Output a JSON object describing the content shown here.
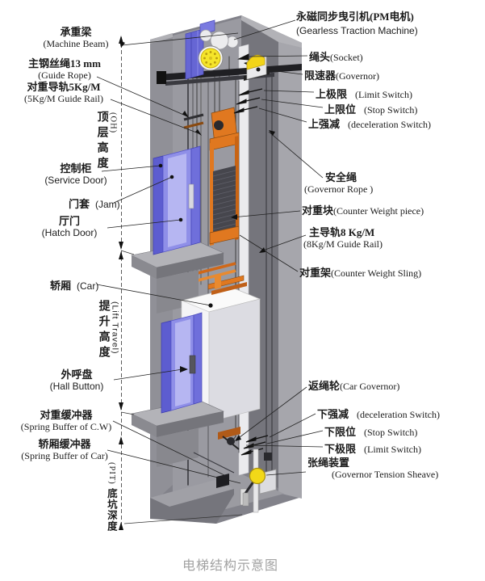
{
  "caption": "电梯结构示意图",
  "colors": {
    "wall_gray": "#9a9aa1",
    "wall_dark": "#75757c",
    "wall_light": "#a6a6ac",
    "door_blue": "#8f8fe8",
    "counterweight_orange": "#e07820",
    "sheave_yellow": "#f5e52a",
    "beam_black": "#1f1f23",
    "caption_gray": "#a2a2a2"
  },
  "labels": {
    "machine_beam": {
      "cn": "承重梁",
      "en": "(Machine Beam)"
    },
    "guide_rope": {
      "cn": "主钢丝绳13 mm",
      "en": "(Guide Rope)"
    },
    "cw_guide_rail": {
      "cn": "对重导轨5Kg/M",
      "en": "(5Kg/M Guide Rail)"
    },
    "overhead": {
      "cn": "顶层高度",
      "en": "(OH)"
    },
    "service_door": {
      "cn": "控制柜",
      "en": "(Service Door)"
    },
    "jamb": {
      "cn": "门套",
      "en": "(Jam)"
    },
    "hatch_door": {
      "cn": "厅门",
      "en": "(Hatch Door)"
    },
    "car": {
      "cn": "轿厢",
      "en": "(Car)"
    },
    "lift_travel": {
      "cn": "提升高度",
      "en": "(Lift Travel)"
    },
    "hall_button": {
      "cn": "外呼盘",
      "en": "(Hall Button)"
    },
    "cw_buffer": {
      "cn": "对重缓冲器",
      "en": "(Spring Buffer of C.W)"
    },
    "car_buffer": {
      "cn": "轿厢缓冲器",
      "en": "(Spring Buffer of Car)"
    },
    "pit_depth": {
      "cn": "底坑深度",
      "en": "(PIT)"
    },
    "traction_machine": {
      "cn": "永磁同步曳引机(PM电机)",
      "en": "(Gearless Traction Machine)"
    },
    "rope_socket": {
      "cn": "绳头",
      "en": "(Socket)"
    },
    "governor": {
      "cn": "限速器",
      "en": "(Governor)"
    },
    "upper_limit": {
      "cn": "上极限",
      "en": "(Limit Switch)"
    },
    "upper_stop": {
      "cn": "上限位",
      "en": "(Stop Switch)"
    },
    "upper_dec": {
      "cn": "上强减",
      "en": "(deceleration Switch)"
    },
    "governor_rope": {
      "cn": "安全绳",
      "en": "(Governor Rope )"
    },
    "cw_piece": {
      "cn": "对重块",
      "en": "(Counter Weight piece)"
    },
    "main_rail": {
      "cn": "主导轨8 Kg/M",
      "en": "(8Kg/M Guide Rail)"
    },
    "cw_sling": {
      "cn": "对重架",
      "en": "(Counter Weight Sling)"
    },
    "car_governor": {
      "cn": "返绳轮",
      "en": "(Car Governor)"
    },
    "lower_dec": {
      "cn": "下强减",
      "en": "(deceleration Switch)"
    },
    "lower_stop": {
      "cn": "下限位",
      "en": "(Stop Switch)"
    },
    "lower_limit": {
      "cn": "下极限",
      "en": "(Limit Switch)"
    },
    "tension_sheave": {
      "cn": "张绳装置",
      "en": "(Governor Tension Sheave)"
    }
  }
}
